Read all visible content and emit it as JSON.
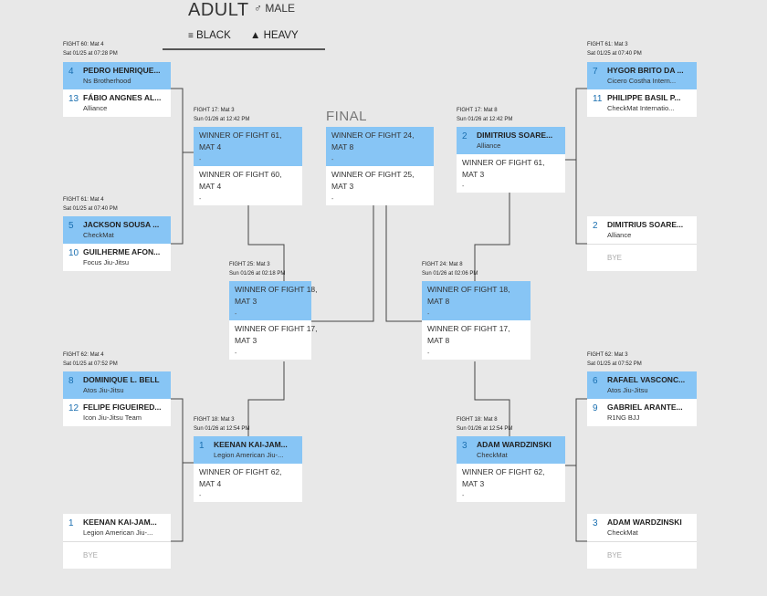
{
  "header": {
    "division": "ADULT",
    "gender": "♂ MALE",
    "belt": "BLACK",
    "weight": "HEAVY"
  },
  "final_label": "FINAL",
  "fights": {
    "f60": {
      "meta1": "FIGHT 60: Mat 4",
      "meta2": "Sat 01/25 at 07:28 PM",
      "top": {
        "seed": "4",
        "name": "PEDRO HENRIQUE...",
        "team": "Ns Brotherhood"
      },
      "bottom": {
        "seed": "13",
        "name": "FÁBIO ANGNES AL...",
        "team": "Alliance"
      }
    },
    "f61l": {
      "meta1": "FIGHT 61: Mat 4",
      "meta2": "Sat 01/25 at 07:40 PM",
      "top": {
        "seed": "5",
        "name": "JACKSON SOUSA ...",
        "team": "CheckMat"
      },
      "bottom": {
        "seed": "10",
        "name": "GUILHERME AFON...",
        "team": "Focus Jiu-Jitsu"
      }
    },
    "f62l": {
      "meta1": "FIGHT 62: Mat 4",
      "meta2": "Sat 01/25 at 07:52 PM",
      "top": {
        "seed": "8",
        "name": "DOMINIQUE L. BELL",
        "team": "Atos Jiu-Jitsu"
      },
      "bottom": {
        "seed": "12",
        "name": "FELIPE FIGUEIRED...",
        "team": "Icon Jiu-Jitsu Team"
      }
    },
    "byel": {
      "top": {
        "seed": "1",
        "name": "KEENAN KAI-JAM...",
        "team": "Legion American Jiu-..."
      },
      "bye": "BYE"
    },
    "f17l": {
      "meta1": "FIGHT 17: Mat 3",
      "meta2": "Sun 01/26 at 12:42 PM",
      "top": {
        "l1": "WINNER OF FIGHT 61,",
        "l2": "MAT 4",
        "d": "-"
      },
      "bottom": {
        "l1": "WINNER OF FIGHT 60,",
        "l2": "MAT 4",
        "d": "-"
      }
    },
    "f18l": {
      "meta1": "FIGHT 18: Mat 3",
      "meta2": "Sun 01/26 at 12:54 PM",
      "top": {
        "seed": "1",
        "name": "KEENAN KAI-JAM...",
        "team": "Legion American Jiu-..."
      },
      "bottom": {
        "l1": "WINNER OF FIGHT 62,",
        "l2": "MAT 4",
        "d": "-"
      }
    },
    "f25": {
      "meta1": "FIGHT 25: Mat 3",
      "meta2": "Sun 01/26 at 02:18 PM",
      "top": {
        "l1": "WINNER OF FIGHT 18,",
        "l2": "MAT 3",
        "d": "-"
      },
      "bottom": {
        "l1": "WINNER OF FIGHT 17,",
        "l2": "MAT 3",
        "d": "-"
      }
    },
    "final": {
      "top": {
        "l1": "WINNER OF FIGHT 24,",
        "l2": "MAT 8",
        "d": "-"
      },
      "bottom": {
        "l1": "WINNER OF FIGHT 25,",
        "l2": "MAT 3",
        "d": "-"
      }
    },
    "f24": {
      "meta1": "FIGHT 24: Mat 8",
      "meta2": "Sun 01/26 at 02:06 PM",
      "top": {
        "l1": "WINNER OF FIGHT 18,",
        "l2": "MAT 8",
        "d": "-"
      },
      "bottom": {
        "l1": "WINNER OF FIGHT 17,",
        "l2": "MAT 8",
        "d": "-"
      }
    },
    "f17r": {
      "meta1": "FIGHT 17: Mat 8",
      "meta2": "Sun 01/26 at 12:42 PM",
      "top": {
        "seed": "2",
        "name": "DIMITRIUS SOARE...",
        "team": "Alliance"
      },
      "bottom": {
        "l1": "WINNER OF FIGHT 61,",
        "l2": "MAT 3",
        "d": "-"
      }
    },
    "f18r": {
      "meta1": "FIGHT 18: Mat 8",
      "meta2": "Sun 01/26 at 12:54 PM",
      "top": {
        "seed": "3",
        "name": "ADAM WARDZINSKI",
        "team": "CheckMat"
      },
      "bottom": {
        "l1": "WINNER OF FIGHT 62,",
        "l2": "MAT 3",
        "d": "-"
      }
    },
    "f61r": {
      "meta1": "FIGHT 61: Mat 3",
      "meta2": "Sat 01/25 at 07:40 PM",
      "top": {
        "seed": "7",
        "name": "HYGOR BRITO DA ...",
        "team": "Cicero Costha Intern..."
      },
      "bottom": {
        "seed": "11",
        "name": "PHILIPPE BASIL P...",
        "team": "CheckMat Internatio..."
      }
    },
    "byer1": {
      "top": {
        "seed": "2",
        "name": "DIMITRIUS SOARE...",
        "team": "Alliance"
      },
      "bye": "BYE"
    },
    "f62r": {
      "meta1": "FIGHT 62: Mat 3",
      "meta2": "Sat 01/25 at 07:52 PM",
      "top": {
        "seed": "6",
        "name": "RAFAEL VASCONC...",
        "team": "Atos Jiu-Jitsu"
      },
      "bottom": {
        "seed": "9",
        "name": "GABRIEL ARANTE...",
        "team": "R1NG BJJ"
      }
    },
    "byer2": {
      "top": {
        "seed": "3",
        "name": "ADAM WARDZINSKI",
        "team": "CheckMat"
      },
      "bye": "BYE"
    }
  }
}
